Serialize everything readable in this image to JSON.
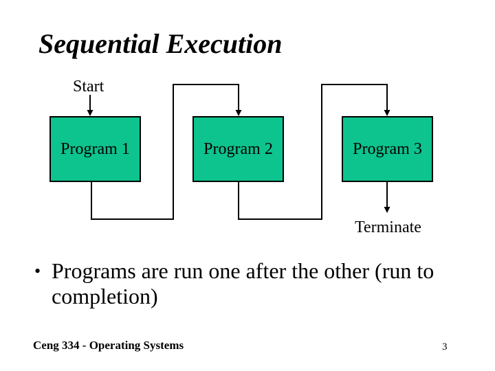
{
  "slide": {
    "title": "Sequential Execution",
    "footer": "Ceng 334 - Operating Systems",
    "page_number": "3"
  },
  "diagram": {
    "start_label": "Start",
    "terminate_label": "Terminate",
    "programs": [
      {
        "label": "Program 1"
      },
      {
        "label": "Program 2"
      },
      {
        "label": "Program 3"
      }
    ],
    "box_fill": "#0dc38e",
    "box_border": "#000000",
    "line_color": "#000000"
  },
  "bullets": [
    {
      "char": "•",
      "lines": [
        "Programs are run one after the other (run to",
        "completion)"
      ]
    }
  ]
}
